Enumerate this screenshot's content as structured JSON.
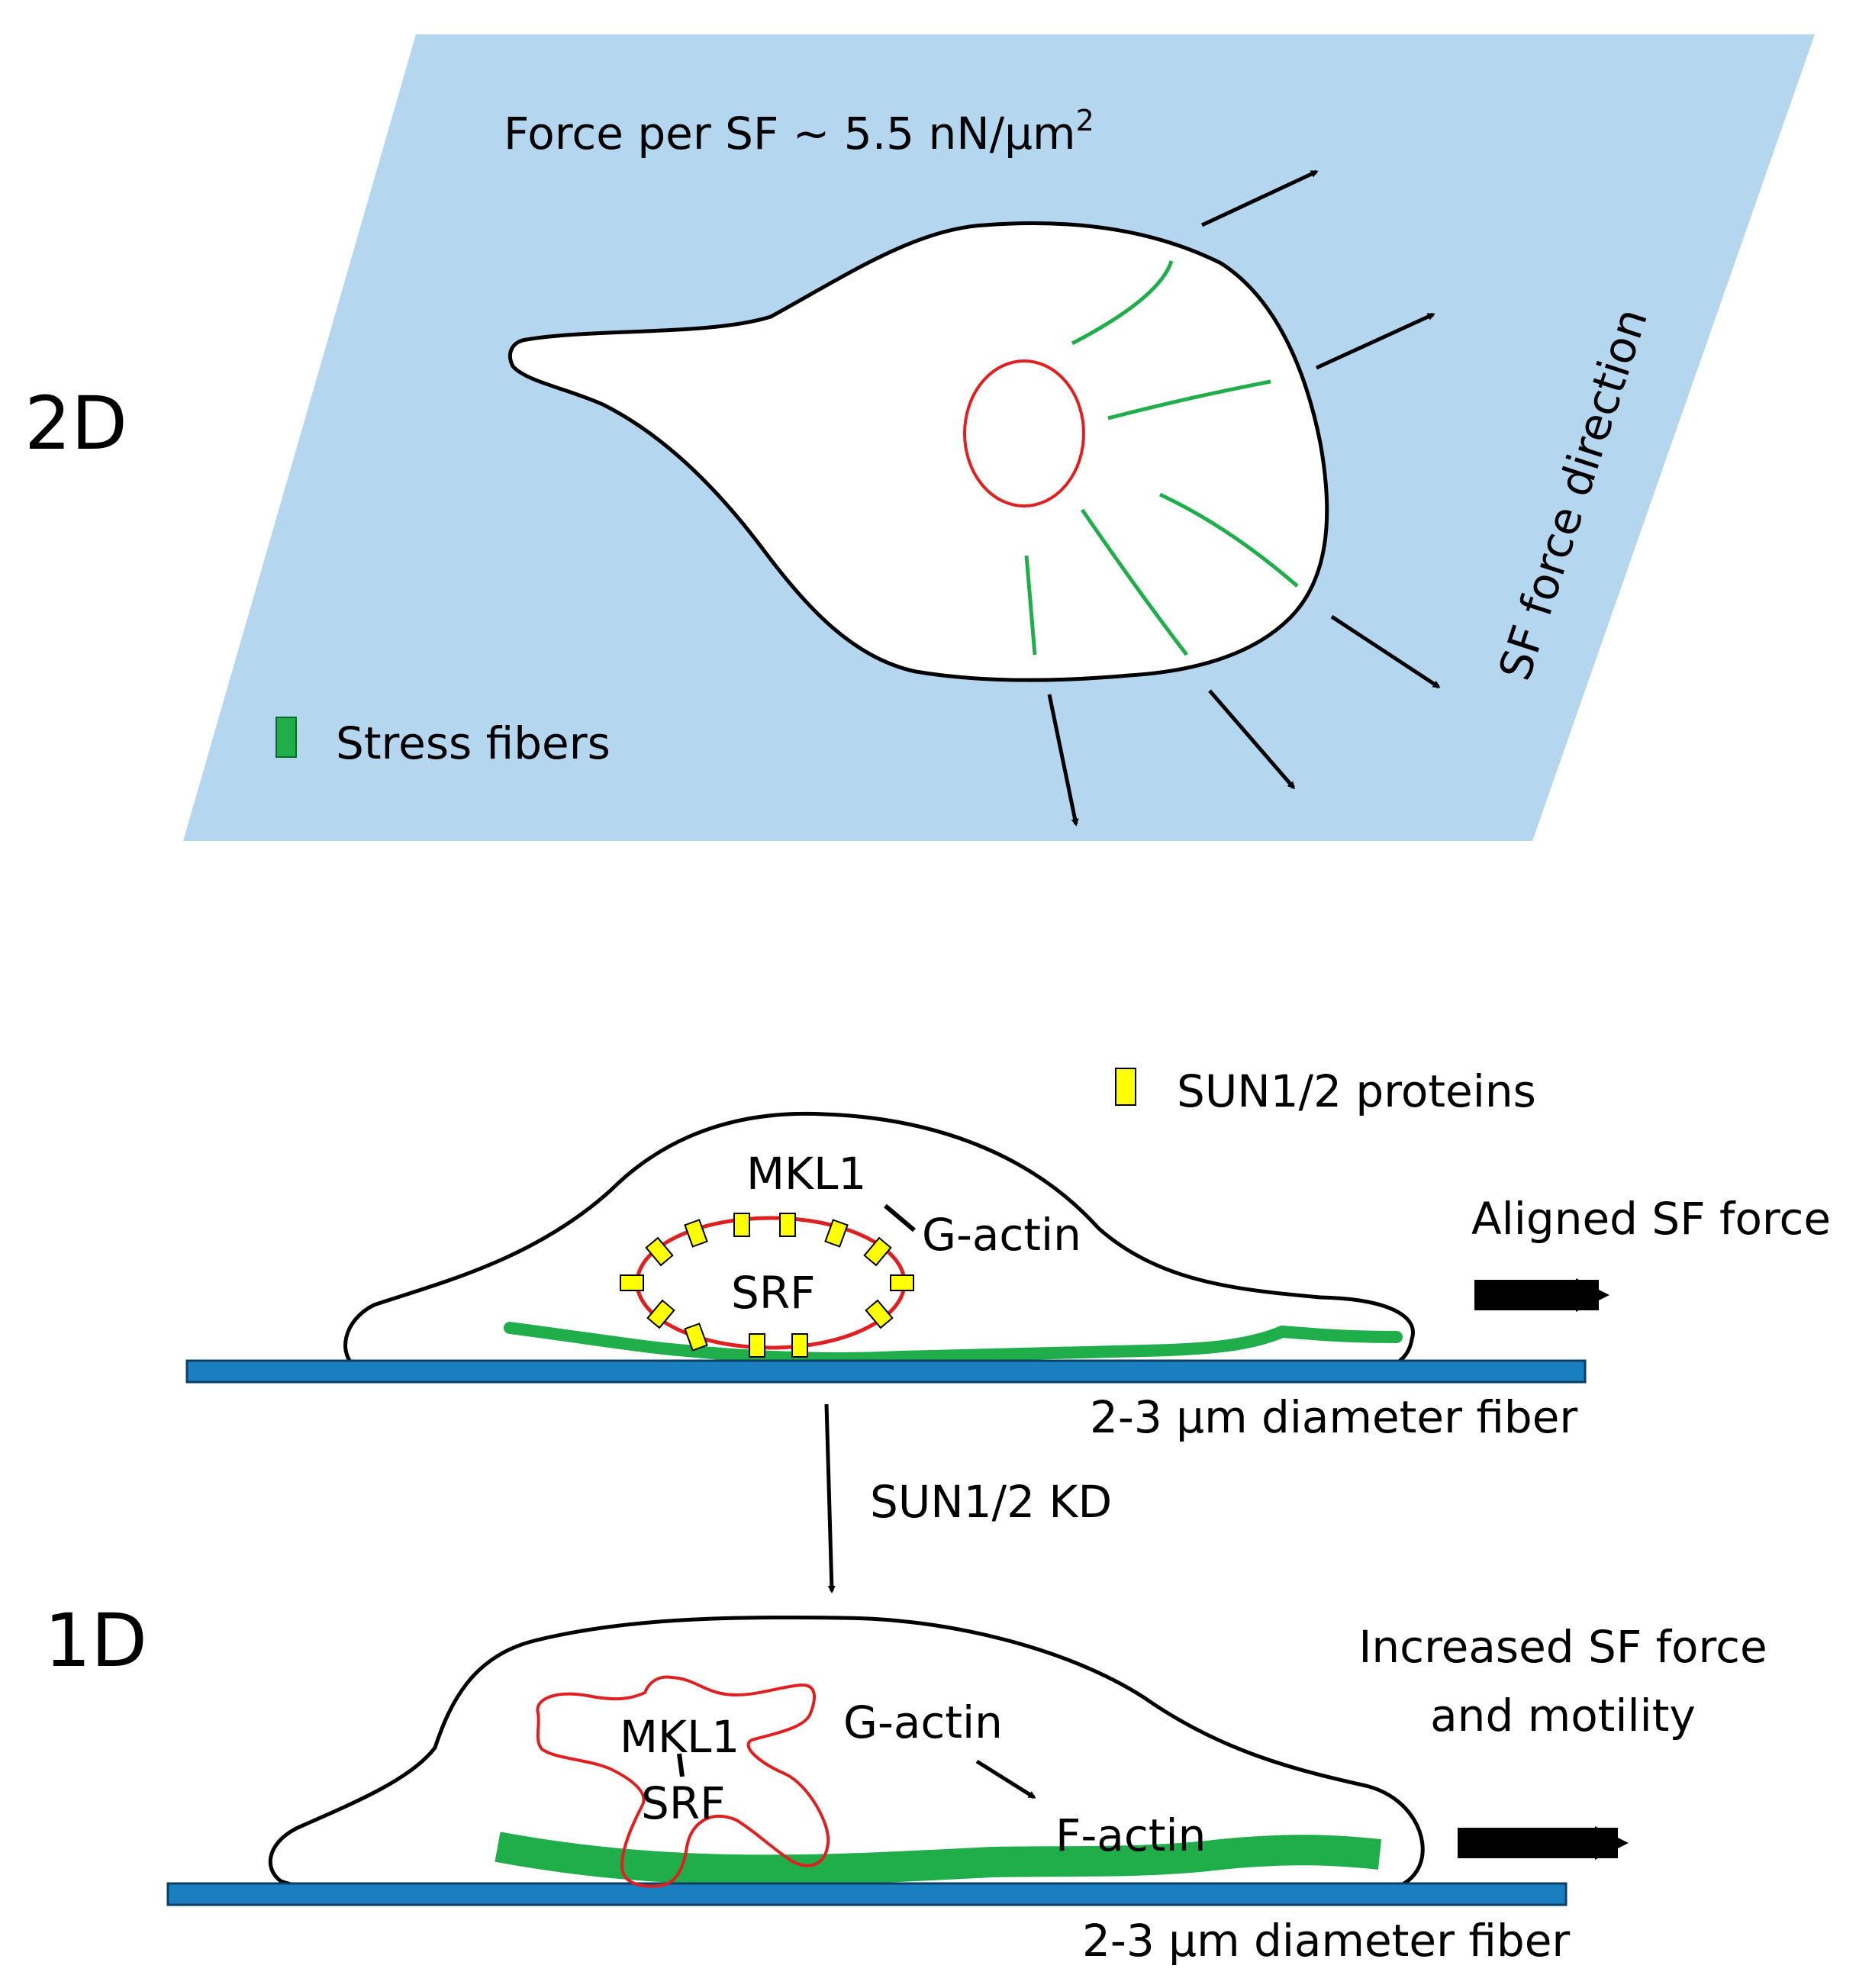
{
  "panel_2d": {
    "label": "2D",
    "force_text": "Force per SF ~ 5.5 nN/μm",
    "force_superscript": "2",
    "direction_label": "SF force direction",
    "legend_label": "Stress fibers",
    "colors": {
      "substrate": "#b4d6ee",
      "stress_fiber": "#1fae4a",
      "nucleus": "#e02020",
      "arrow": "#000000"
    }
  },
  "panel_1d": {
    "label": "1D",
    "legend_label": "SUN1/2 proteins",
    "top_cell": {
      "mkl1": "MKL1",
      "g_actin": "G-actin",
      "srf": "SRF",
      "force_label": "Aligned SF force",
      "fiber_label": "2-3 μm diameter fiber"
    },
    "transition_label": "SUN1/2 KD",
    "bottom_cell": {
      "mkl1": "MKL1",
      "srf": "SRF",
      "g_actin": "G-actin",
      "f_actin": "F-actin",
      "force_label_line1": "Increased SF force",
      "force_label_line2": "and motility",
      "fiber_label": "2-3 μm diameter fiber"
    },
    "colors": {
      "fiber": "#1a7fc1",
      "stress_fiber": "#1fae4a",
      "nucleus": "#e02020",
      "sun_protein": "#ffff00"
    }
  }
}
